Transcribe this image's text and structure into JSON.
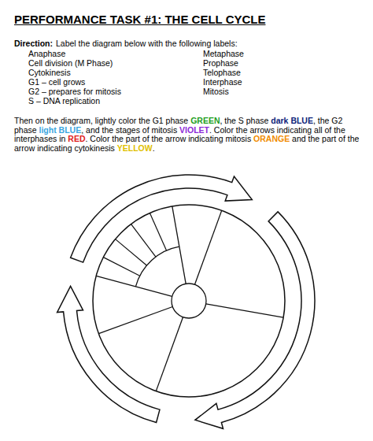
{
  "diagram": {
    "title": "PERFORMANCE TASK #1: THE CELL CYCLE",
    "labels": [
      "Direction:",
      "Label the diagram below with the following labels:",
      "Anaphase",
      "Cell division (M Phase)",
      "Cytokinesis",
      "G1 – cell grows",
      "G2 – prepares for mitosis",
      "S – DNA replication",
      "Metaphase",
      "Prophase",
      "Telophase",
      "Interphase",
      "Mitosis",
      "Then on the diagram, lightly color the G1 phase ",
      "GREEN",
      ", the S phase ",
      "dark BLUE",
      ", the G2 phase ",
      "light BLUE",
      ", and the stages of mitosis ",
      "VIOLET",
      ". Color the arrows indicating all of the interphases in ",
      "RED",
      ". Color the part of the arrow indicating mitosis ",
      "ORANGE",
      " and the part of the arrow indicating cytokinesis ",
      "YELLOW",
      "."
    ]
  }
}
